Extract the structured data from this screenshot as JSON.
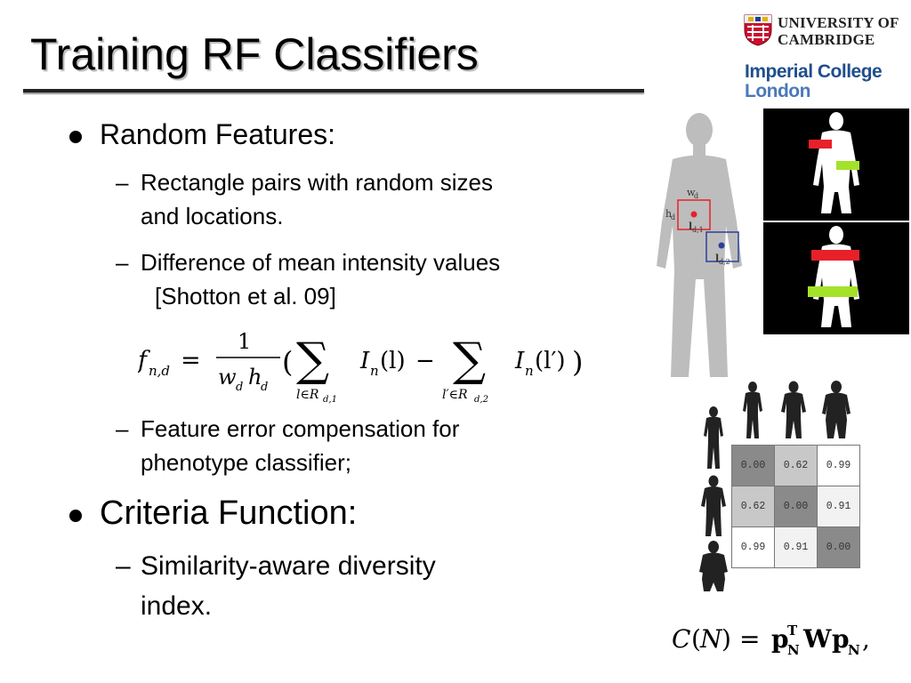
{
  "title": "Training RF Classifiers",
  "logos": {
    "cambridge": [
      "UNIVERSITY OF",
      "CAMBRIDGE"
    ],
    "imperial": [
      "Imperial College",
      "London"
    ]
  },
  "bullets": {
    "b1": "Random Features:",
    "b1_sub1_l1": "Rectangle pairs with random sizes",
    "b1_sub1_l2": "and locations.",
    "b1_sub2_l1": "Difference of mean intensity values",
    "b1_sub2_l2": "[Shotton et al. 09]",
    "b1_sub3_l1": "Feature error compensation for",
    "b1_sub3_l2": "phenotype classifier;",
    "b2": "Criteria Function:",
    "b2_sub1_l1": "Similarity-aware diversity",
    "b2_sub1_l2": "index.",
    "dash": "–"
  },
  "figure_labels": {
    "wd": "w",
    "wd_sub": "d",
    "hd": "h",
    "hd_sub": "d",
    "l1": "l",
    "l1_sub": "d,1",
    "l2": "l",
    "l2_sub": "d,2"
  },
  "matrix": [
    [
      "0.00",
      "0.62",
      "0.99"
    ],
    [
      "0.62",
      "0.00",
      "0.91"
    ],
    [
      "0.99",
      "0.91",
      "0.00"
    ]
  ],
  "matrix_shades": [
    [
      "#8a8a8a",
      "#c8c8c8",
      "#ffffff"
    ],
    [
      "#c8c8c8",
      "#8a8a8a",
      "#f2f2f2"
    ],
    [
      "#ffffff",
      "#f2f2f2",
      "#8a8a8a"
    ]
  ],
  "colors": {
    "red_rect": "#e8202a",
    "green_rect": "#a4e22a",
    "silhouette_gray": "#bdbdbd",
    "imperial_blue": "#1f4e8c"
  }
}
